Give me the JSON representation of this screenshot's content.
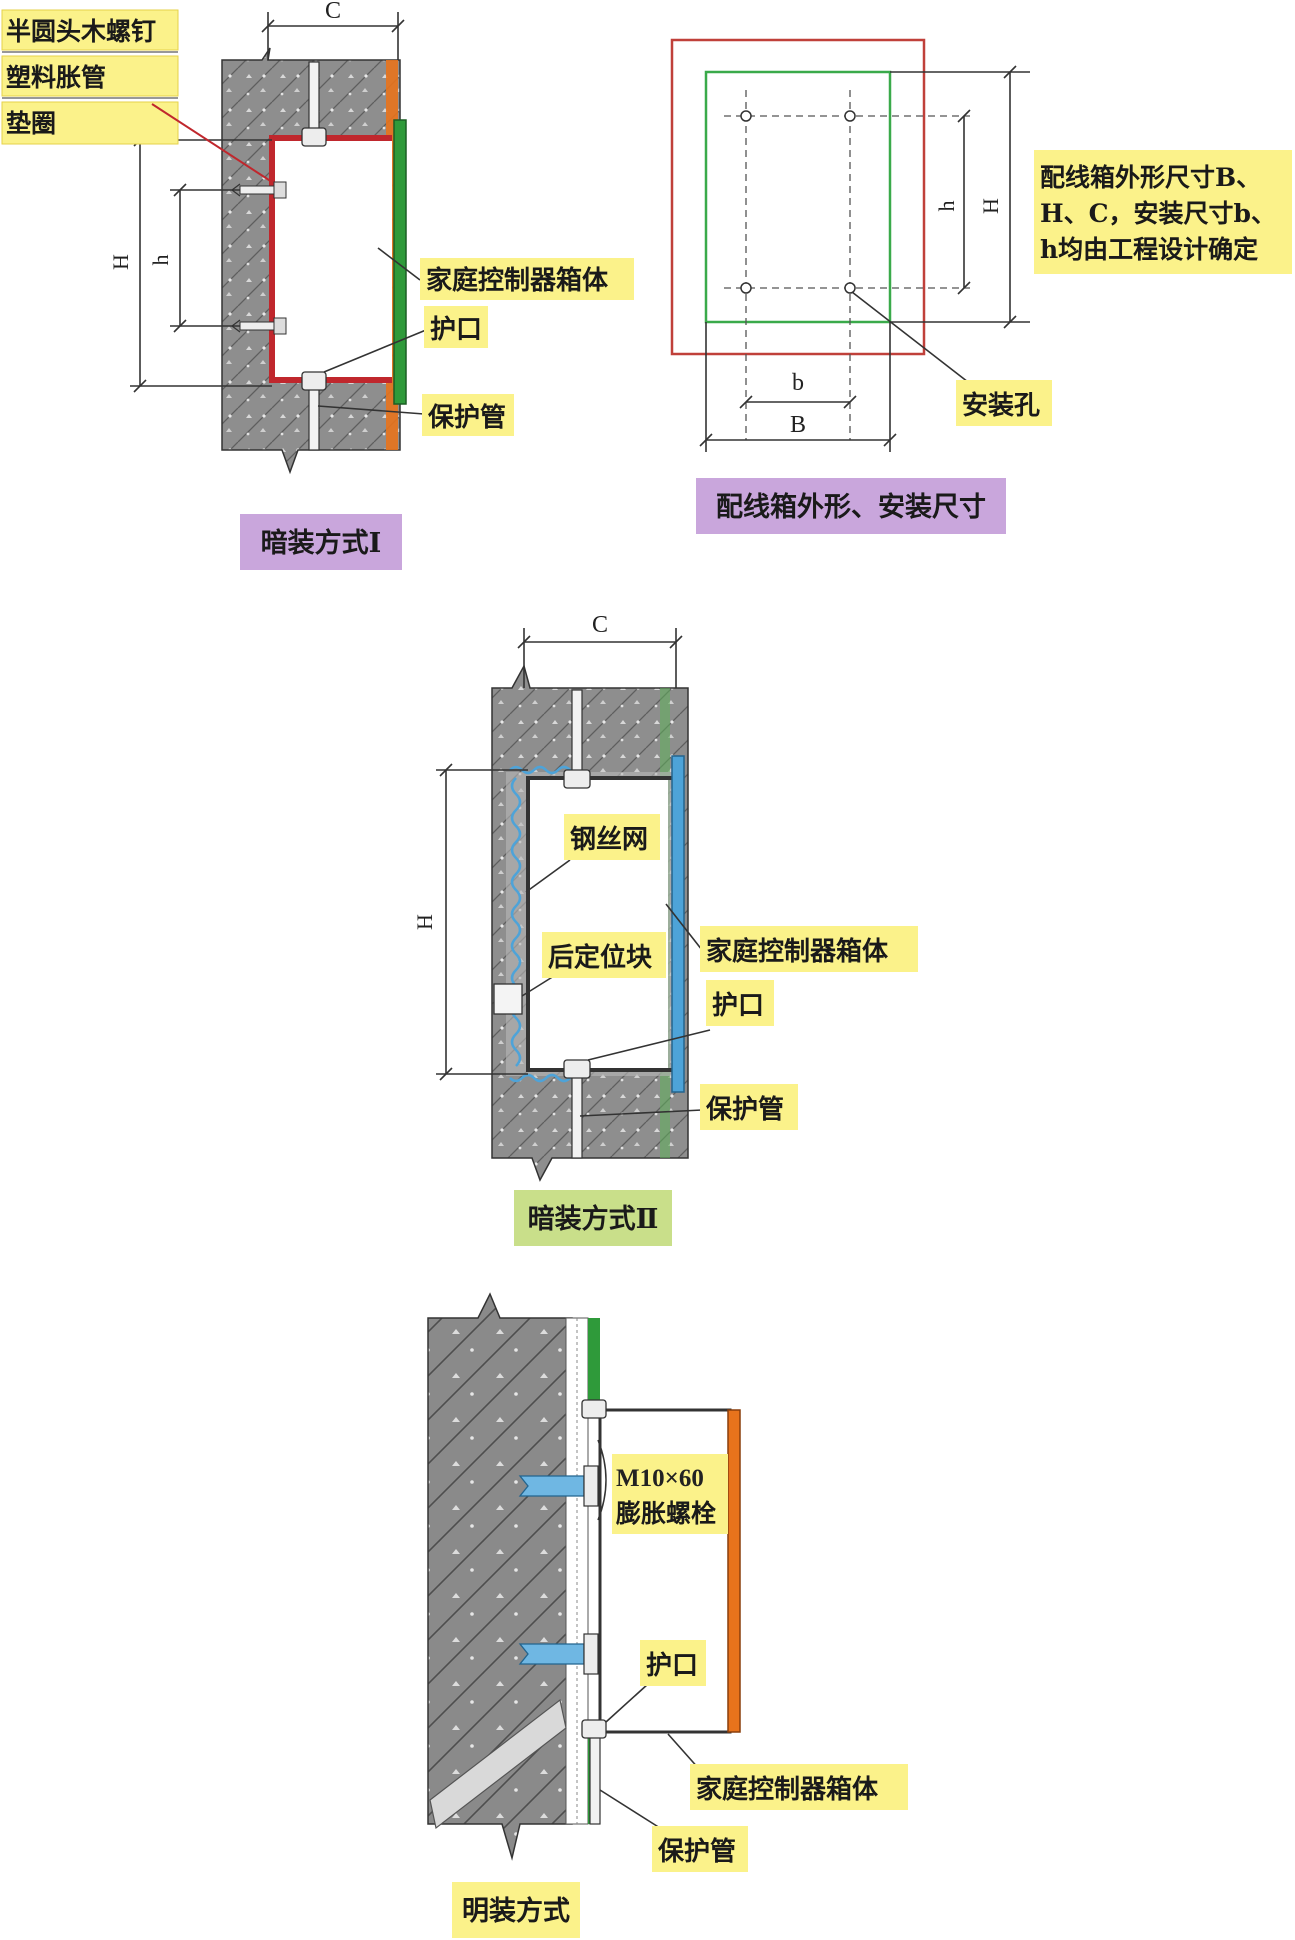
{
  "diagram1": {
    "callout_screw": "半圆头木螺钉",
    "callout_anchor": "塑料胀管",
    "callout_washer": "垫圈",
    "dim_c": "C",
    "dim_h_outer": "H",
    "dim_h_inner": "h",
    "label_box": "家庭控制器箱体",
    "label_bushing": "护口",
    "label_conduit": "保护管",
    "caption": "暗装方式Ⅰ"
  },
  "diagram2": {
    "dim_h_inner": "h",
    "dim_h_outer": "H",
    "dim_b_inner": "b",
    "dim_b_outer": "B",
    "note_line1": "配线箱外形尺寸B、",
    "note_line2": "H、C，安装尺寸b、",
    "note_line3": "h均由工程设计确定",
    "label_hole": "安装孔",
    "caption": "配线箱外形、安装尺寸"
  },
  "diagram3": {
    "dim_c": "C",
    "dim_h": "H",
    "label_mesh": "钢丝网",
    "label_block": "后定位块",
    "label_box": "家庭控制器箱体",
    "label_bushing": "护口",
    "label_conduit": "保护管",
    "caption": "暗装方式Ⅱ"
  },
  "diagram4": {
    "label_bolt_line1": "M10×60",
    "label_bolt_line2": "膨胀螺栓",
    "label_bushing": "护口",
    "label_box": "家庭控制器箱体",
    "label_conduit": "保护管",
    "caption": "明装方式"
  },
  "colors": {
    "callout_yellow": "#fbf28a",
    "caption_purple": "#c9a6dc",
    "caption_green": "#c9df8a",
    "wall_gray": "#8d8d8d",
    "box_red": "#c0272d",
    "panel_green": "#2f9a3a",
    "panel_blue": "#4ea3d8",
    "panel_orange": "#e8731c",
    "outline_red": "#c0403a",
    "outline_green": "#3aaa4a"
  }
}
